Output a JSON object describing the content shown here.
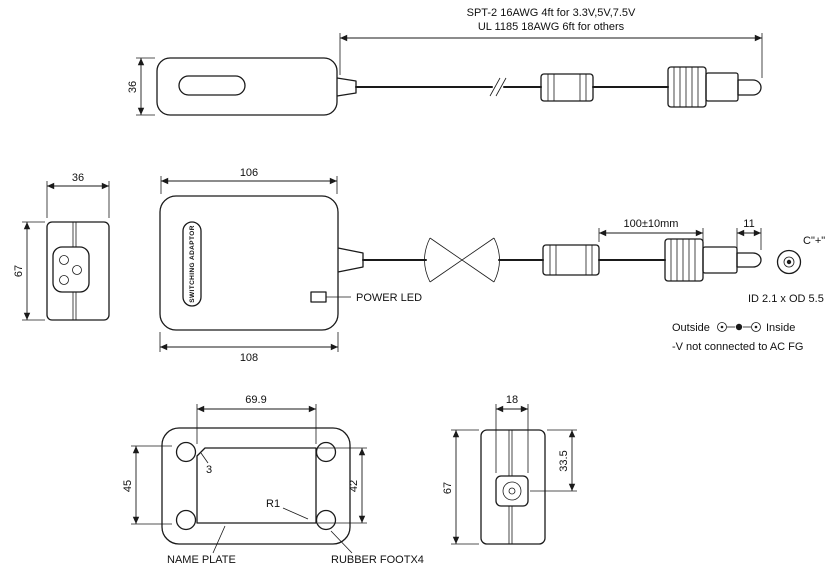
{
  "colors": {
    "line": "#1a1a1a",
    "background": "#ffffff"
  },
  "cable_note": {
    "line1": "SPT-2 16AWG 4ft for 3.3V,5V,7.5V",
    "line2": "UL 1185 18AWG 6ft for others"
  },
  "side_view": {
    "height_dim": "36"
  },
  "front_view": {
    "width_dim": "36",
    "height_dim": "67"
  },
  "top_view": {
    "top_width_dim": "106",
    "bottom_width_dim": "108",
    "body_label": "SWITCHING ADAPTOR",
    "led_label": "POWER LED",
    "cable_length_dim": "100±10mm",
    "plug_length_dim": "11"
  },
  "plug_detail": {
    "polarity_mark": "C\"+\"",
    "size_spec": "ID 2.1 x OD 5.5",
    "outside_label": "Outside",
    "inside_label": "Inside",
    "fg_note": "-V not connected to AC FG"
  },
  "bottom_view": {
    "plate_width_dim": "69.9",
    "body_height_dim": "45",
    "plate_height_dim": "42",
    "chamfer_dim": "3",
    "corner_radius_dim": "R1",
    "name_plate_label": "NAME PLATE",
    "rubber_foot_label": "RUBBER FOOTX4"
  },
  "end_view": {
    "bushing_width_dim": "18",
    "height_dim": "67",
    "bushing_offset_dim": "33.5"
  }
}
